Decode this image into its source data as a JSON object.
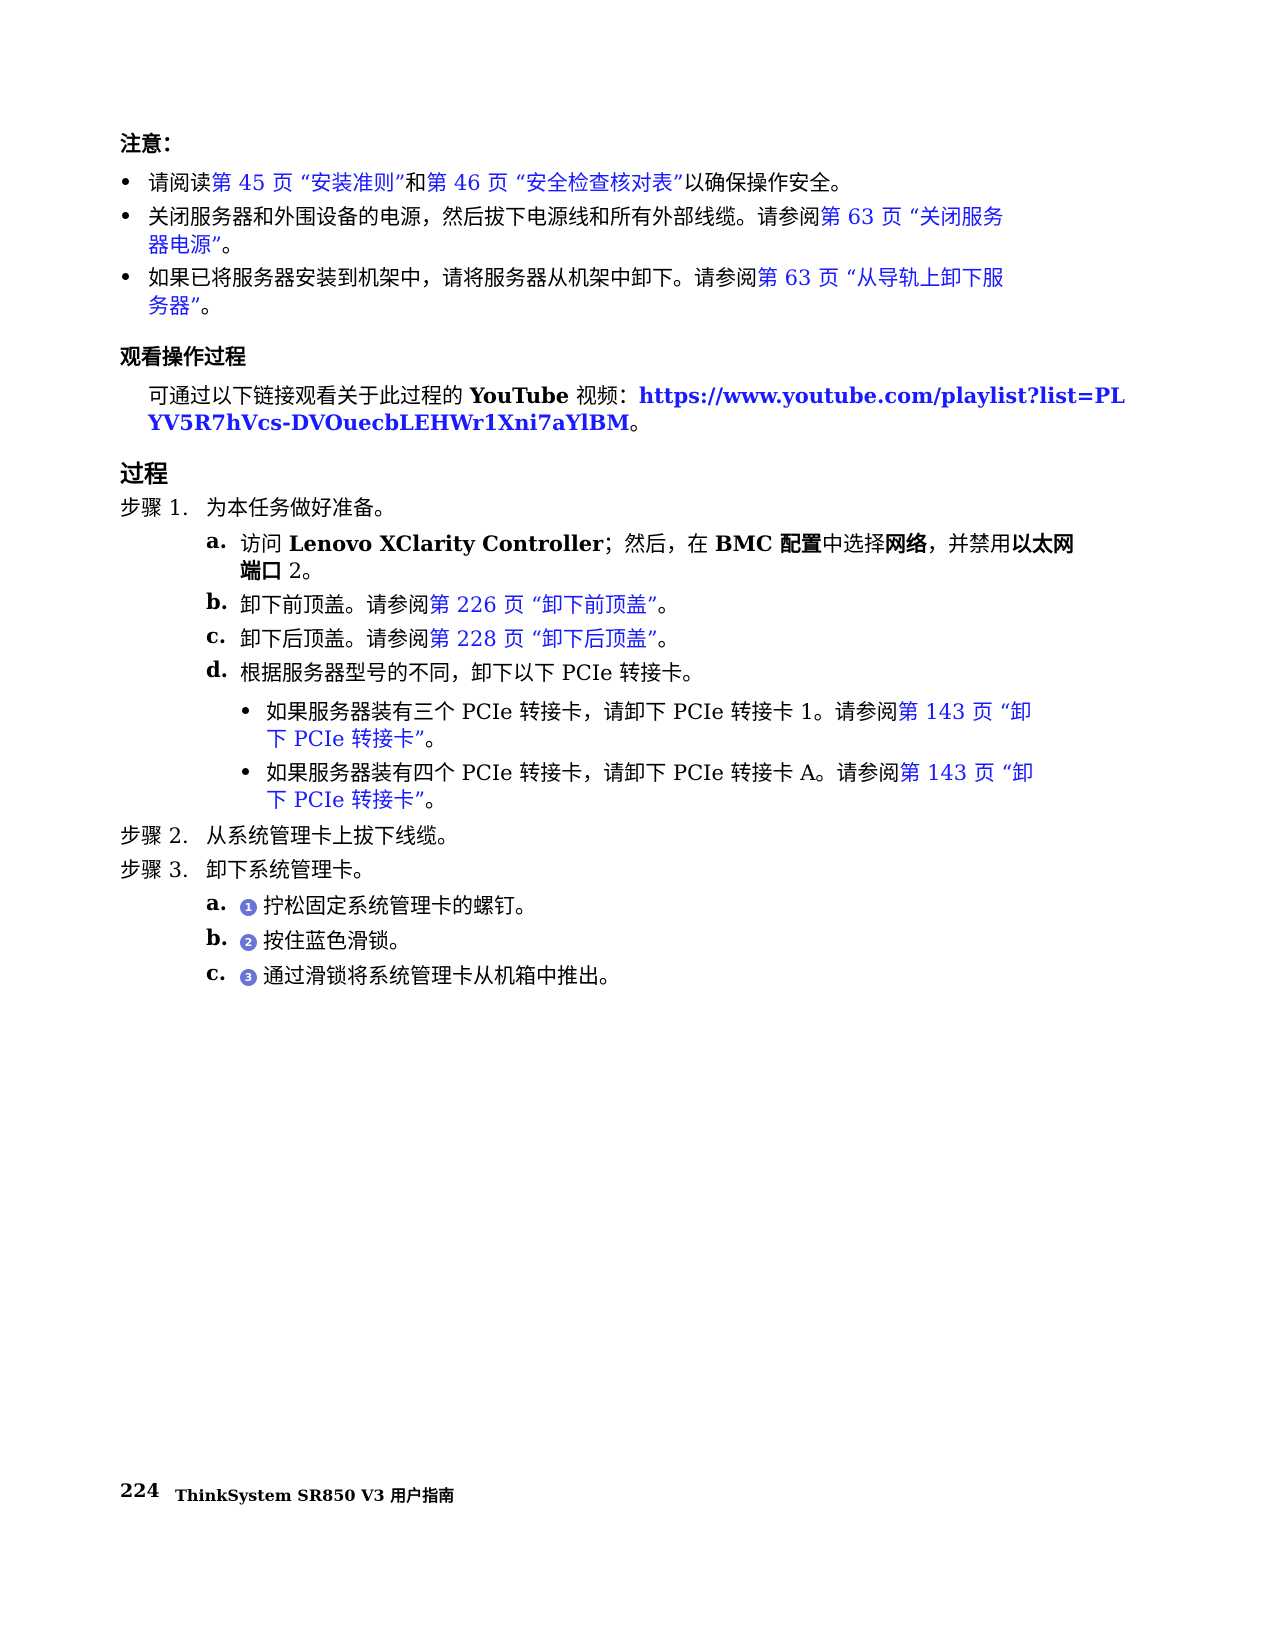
{
  "attention": {
    "heading": "注意：",
    "items": [
      {
        "pre": "请阅读",
        "link1": "第 45 页 “安装准则”",
        "mid": "和",
        "link2": "第 46 页 “安全检查核对表”",
        "post": "以确保操作安全。"
      },
      {
        "pre": "关闭服务器和外围设备的电源，然后拔下电源线和所有外部线缆。请参阅",
        "link_line1": "第 63 页 “关闭服务",
        "link_line2": "器电源”",
        "post": "。"
      },
      {
        "pre": "如果已将服务器安装到机架中，请将服务器从机架中卸下。请参阅",
        "link_line1": "第 63 页 “从导轨上卸下服",
        "link_line2": "务器”",
        "post": "。"
      }
    ]
  },
  "watch": {
    "heading": "观看操作过程",
    "text_pre": "可通过以下链接观看关于此过程的 ",
    "brand": "YouTube",
    "text_mid": " 视频：",
    "url_line1": "https://www.youtube.com/playlist?list=PL",
    "url_line2": "YV5R7hVcs-DVOuecbLEHWr1Xni7aYlBM",
    "post": "。"
  },
  "procedure": {
    "heading": "过程",
    "steps": [
      {
        "label": "步骤 1.",
        "text": "为本任务做好准备。",
        "subs": [
          {
            "label": "a.",
            "t1": "访问 ",
            "b1": "Lenovo XClarity Controller",
            "t2": "；然后，在 ",
            "b2": "BMC 配置",
            "t3": "中选择",
            "b3": "网络",
            "t4": "，并禁用",
            "b4": "以太网",
            "line2_bold": "端口",
            "line2_post": " 2。"
          },
          {
            "label": "b.",
            "pre": "卸下前顶盖。请参阅",
            "link": "第 226 页 “卸下前顶盖”",
            "post": "。"
          },
          {
            "label": "c.",
            "pre": "卸下后顶盖。请参阅",
            "link": "第 228 页 “卸下后顶盖”",
            "post": "。"
          },
          {
            "label": "d.",
            "text": "根据服务器型号的不同，卸下以下 PCIe 转接卡。",
            "bullets": [
              {
                "pre": "如果服务器装有三个 PCIe 转接卡，请卸下 PCIe 转接卡 1。请参阅",
                "link_line1": "第 143 页 “卸",
                "link_line2": "下 PCIe 转接卡”",
                "post": "。"
              },
              {
                "pre": "如果服务器装有四个 PCIe 转接卡，请卸下 PCIe 转接卡 A。请参阅",
                "link_line1": "第 143 页 “卸",
                "link_line2": "下 PCIe 转接卡”",
                "post": "。"
              }
            ]
          }
        ]
      },
      {
        "label": "步骤 2.",
        "text": "从系统管理卡上拔下线缆。"
      },
      {
        "label": "步骤 3.",
        "text": "卸下系统管理卡。",
        "subs": [
          {
            "label": "a.",
            "callout": "1",
            "text": "拧松固定系统管理卡的螺钉。"
          },
          {
            "label": "b.",
            "callout": "2",
            "text": "按住蓝色滑锁。"
          },
          {
            "label": "c.",
            "callout": "3",
            "text": "通过滑锁将系统管理卡从机箱中推出。"
          }
        ]
      }
    ]
  },
  "footer": {
    "page_number": "224",
    "title": "ThinkSystem SR850 V3 用户指南"
  },
  "colors": {
    "link": "#1a1aff",
    "callout": "#6a74d8",
    "text": "#000000"
  }
}
